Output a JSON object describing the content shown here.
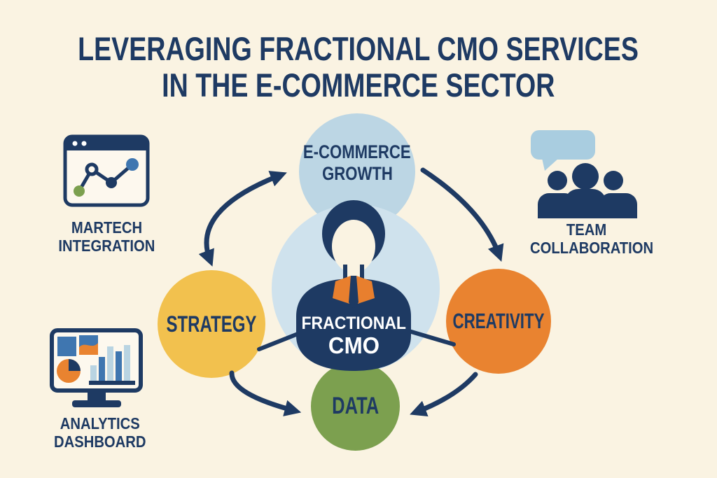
{
  "title": {
    "line1": "LEVERAGING FRACTIONAL CMO SERVICES",
    "line2": "IN THE E-COMMERCE SECTOR"
  },
  "center": {
    "role_line1": "FRACTIONAL",
    "role_line2": "CMO"
  },
  "hub": {
    "growth_line1": "E-COMMERCE",
    "growth_line2": "GROWTH",
    "strategy": "STRATEGY",
    "creativity": "CREATIVITY",
    "data": "DATA"
  },
  "side_labels": {
    "martech_line1": "MARTECH",
    "martech_line2": "INTEGRATION",
    "analytics_line1": "ANALYTICS",
    "analytics_line2": "DASHBOARD",
    "team_line1": "TEAM",
    "team_line2": "COLLABORATION"
  },
  "icons": {
    "martech": "browser-window-line-chart-icon",
    "analytics": "monitor-dashboard-icon",
    "team": "three-people-silhouette-icon",
    "bubble": "speech-bubble-icon",
    "person": "fractional-cmo-avatar"
  },
  "colors": {
    "navy": "#1e3a63",
    "cream": "#faf3e2",
    "paleblue": "#cfe2ed",
    "lightblue": "#bcd6e4",
    "yellow": "#f2c14e",
    "orange": "#e98330",
    "green": "#7ca04f",
    "blue": "#3f76b0",
    "barlight": "#b9d4e2",
    "bubble": "#a9cde0",
    "collar": "#e87f2e",
    "panel": "#fdf8ee",
    "white": "#ffffff"
  }
}
